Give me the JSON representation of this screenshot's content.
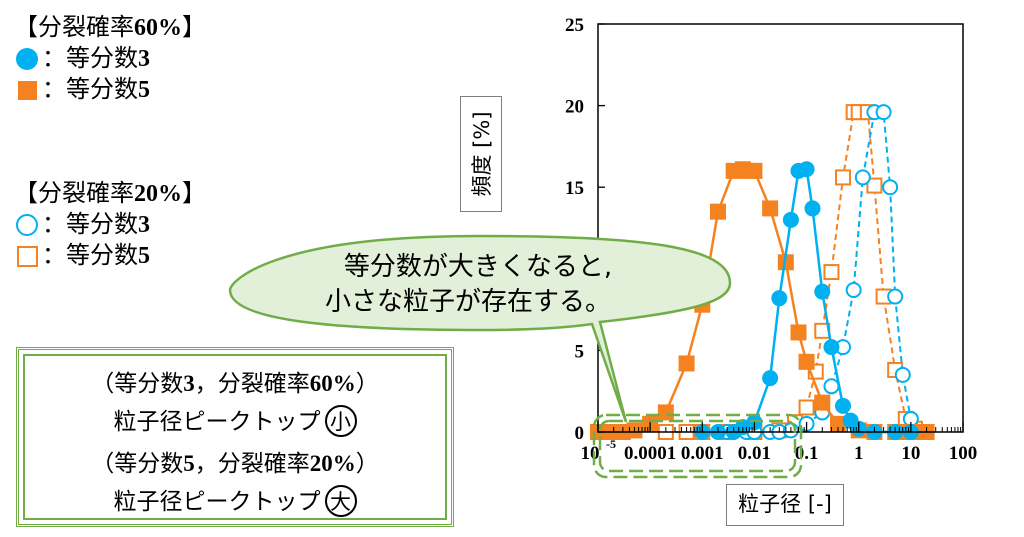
{
  "legend": {
    "group1_title_prefix": "【分裂確率",
    "group1_title_num": "60%",
    "group1_title_suffix": "】",
    "group1_items": [
      {
        "sep": "：",
        "label": "等分数",
        "num": "3",
        "marker": "filled-circle",
        "color": "#00b0f0"
      },
      {
        "sep": "：",
        "label": "等分数",
        "num": "5",
        "marker": "filled-square",
        "color": "#f58220"
      }
    ],
    "group2_title_prefix": "【分裂確率",
    "group2_title_num": "20%",
    "group2_title_suffix": "】",
    "group2_items": [
      {
        "sep": "：",
        "label": "等分数",
        "num": "3",
        "marker": "open-circle",
        "color": "#00b0f0"
      },
      {
        "sep": "：",
        "label": "等分数",
        "num": "5",
        "marker": "open-square",
        "color": "#f58220"
      }
    ]
  },
  "callout": {
    "line1": "等分数が大きくなると,",
    "line2": "小さな粒子が存在する。",
    "border_color": "#70ad47",
    "fill_color": "#e2efd9"
  },
  "note": {
    "line1_a": "（等分数",
    "line1_b": "3",
    "line1_c": "，分裂確率",
    "line1_d": "60%",
    "line1_e": "）",
    "line2_text": "粒子径ピークトップ",
    "line2_badge": "小",
    "line3_a": "（等分数",
    "line3_b": "5",
    "line3_c": "，分裂確率",
    "line3_d": "20%",
    "line3_e": "）",
    "line4_text": "粒子径ピークトップ",
    "line4_badge": "大"
  },
  "chart_data": {
    "type": "line",
    "xlabel": "粒子径 [-]",
    "ylabel": "頻度 [%]",
    "x_scale": "log",
    "xlim": [
      1e-05,
      100
    ],
    "ylim": [
      0,
      25
    ],
    "x_ticks": [
      "10-5",
      "0.0001",
      "0.001",
      "0.01",
      "0.1",
      "1",
      "10",
      "100"
    ],
    "y_ticks": [
      "0",
      "5",
      "10",
      "15",
      "20",
      "25"
    ],
    "series": [
      {
        "marker": "filled-square",
        "line": "solid",
        "color": "#f58220",
        "x": [
          1e-05,
          2e-05,
          3e-05,
          5e-05,
          0.0001,
          0.0002,
          0.0005,
          0.001,
          0.002,
          0.004,
          0.006,
          0.008,
          0.01,
          0.02,
          0.04,
          0.07,
          0.1,
          0.2,
          0.4,
          1,
          2,
          5,
          10,
          20
        ],
        "y": [
          0,
          0,
          0,
          0.1,
          0.5,
          1.2,
          4.2,
          7.8,
          13.5,
          16.0,
          16.1,
          16.0,
          16.0,
          13.7,
          10.4,
          6.1,
          4.3,
          1.8,
          0.5,
          0.1,
          0,
          0,
          0,
          0
        ]
      },
      {
        "marker": "filled-circle",
        "line": "solid",
        "color": "#00b0f0",
        "x": [
          0.001,
          0.002,
          0.004,
          0.006,
          0.01,
          0.02,
          0.03,
          0.05,
          0.07,
          0.1,
          0.13,
          0.2,
          0.3,
          0.5,
          0.7,
          1,
          2,
          5,
          10
        ],
        "y": [
          0,
          0,
          0,
          0.3,
          0.6,
          3.3,
          8.2,
          13.0,
          16.0,
          16.1,
          13.7,
          8.6,
          5.2,
          1.6,
          0.7,
          0.2,
          0,
          0,
          0
        ]
      },
      {
        "marker": "open-square",
        "line": "dashed",
        "color": "#f58220",
        "x": [
          0.0002,
          0.0005,
          0.001,
          0.003,
          0.01,
          0.03,
          0.06,
          0.1,
          0.15,
          0.2,
          0.3,
          0.5,
          0.8,
          1,
          1.5,
          2,
          3,
          5,
          8,
          12,
          20
        ],
        "y": [
          0,
          0,
          0,
          0,
          0,
          0.1,
          0.6,
          1.5,
          3.7,
          6.2,
          9.8,
          15.6,
          19.6,
          19.6,
          19.6,
          15.1,
          8.3,
          3.8,
          0.8,
          0.2,
          0
        ]
      },
      {
        "marker": "open-circle",
        "line": "dashed",
        "color": "#00b0f0",
        "x": [
          0.003,
          0.007,
          0.01,
          0.02,
          0.03,
          0.05,
          0.1,
          0.2,
          0.3,
          0.5,
          0.8,
          1.2,
          2,
          3,
          4,
          5,
          7,
          10,
          20
        ],
        "y": [
          0,
          0,
          0,
          0,
          0,
          0.1,
          0.5,
          1.2,
          2.8,
          5.2,
          8.7,
          15.6,
          19.6,
          19.6,
          15.0,
          8.3,
          3.5,
          0.8,
          0
        ]
      }
    ]
  }
}
